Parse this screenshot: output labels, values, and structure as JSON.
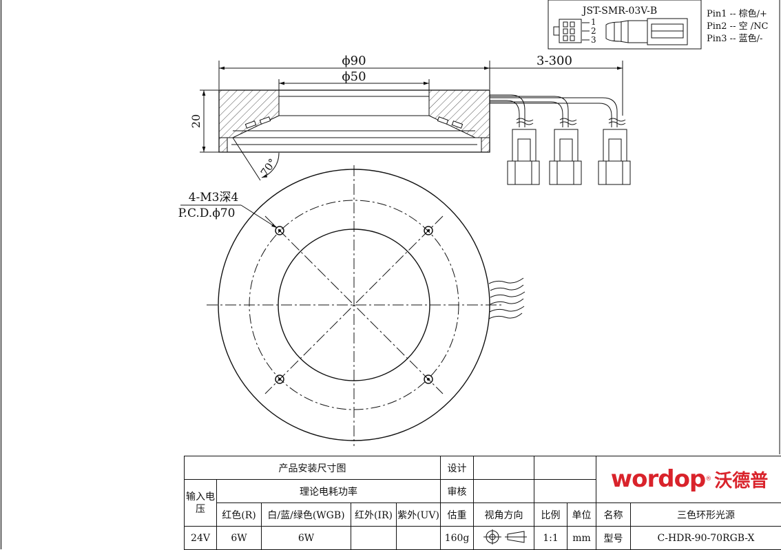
{
  "connector": {
    "model": "JST-SMR-03V-B",
    "pin_numbers": [
      "1",
      "2",
      "3"
    ],
    "pins": [
      "Pin1 -- 棕色/+",
      "Pin2 -- 空 /NC",
      "Pin3 -- 蓝色/-"
    ]
  },
  "dimensions": {
    "outer_diameter": "ϕ90",
    "inner_diameter": "ϕ50",
    "cable": "3-300",
    "height": "20",
    "angle": "70°",
    "holes": "4-M3深4",
    "pcd": "P.C.D.ϕ70"
  },
  "title_block": {
    "drawing_name": "产品安装尺寸图",
    "design_label": "设计",
    "review_label": "审核",
    "input_voltage_label": "输入电压",
    "power_label": "理论电耗功率",
    "col_red": "红色(R)",
    "col_wgb": "白/蓝/绿色(WGB)",
    "col_ir": "红外(IR)",
    "col_uv": "紫外(UV)",
    "weight_label": "估重",
    "view_label": "视角方向",
    "scale_label": "比例",
    "unit_label": "单位",
    "name_label": "名称",
    "product_name": "三色环形光源",
    "voltage": "24V",
    "power_red": "6W",
    "power_wgb": "6W",
    "weight": "160g",
    "scale": "1:1",
    "unit": "mm",
    "model_label": "型号",
    "model": "C-HDR-90-70RGB-X"
  },
  "logo": {
    "brand_en": "wordop",
    "reg_mark": "®",
    "brand_cn": "沃德普",
    "color": "#d9232b"
  }
}
